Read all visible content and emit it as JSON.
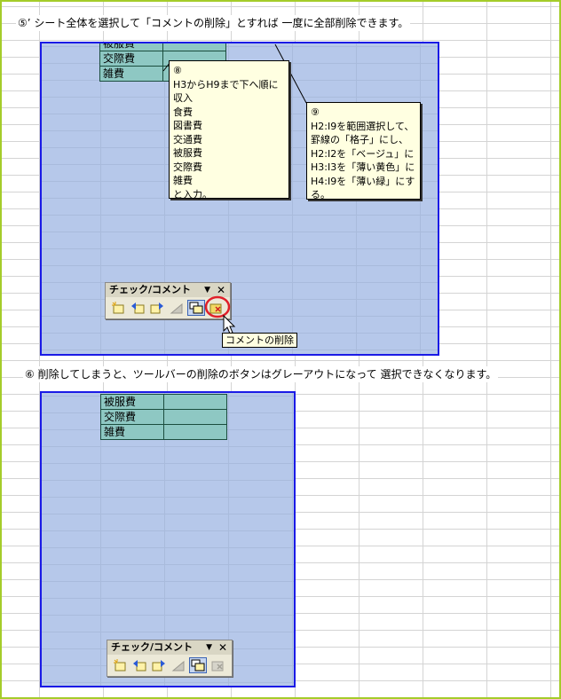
{
  "step5": {
    "caption": "⑤’ シート全体を選択して「コメントの削除」とすれば 一度に全部削除できます。",
    "cells": [
      {
        "label": "被服費"
      },
      {
        "label": "交際費"
      },
      {
        "label": "雑費"
      }
    ],
    "comment_a": {
      "lines": [
        "⑧",
        "H3からH9まで下へ順に",
        "収入",
        "食費",
        "図書費",
        "交通費",
        "被服費",
        "交際費",
        "雑費",
        "と入力。"
      ]
    },
    "comment_b": {
      "lines": [
        "⑨",
        "H2:I9を範囲選択して、",
        "罫線の「格子」にし、",
        "H2:I2を「ベージュ」に",
        "H3:I3を「薄い黄色」に",
        "H4:I9を「薄い緑」にす",
        "る。"
      ]
    },
    "toolbar": {
      "title": "チェック/コメント",
      "close": "✕",
      "dropdown": "▼"
    },
    "tooltip": "コメントの削除"
  },
  "step6": {
    "caption": "⑥  削除してしまうと、ツールバーの削除のボタンはグレーアウトになって 選択できなくなります。",
    "cells": [
      {
        "label": "被服費"
      },
      {
        "label": "交際費"
      },
      {
        "label": "雑費"
      }
    ],
    "toolbar": {
      "title": "チェック/コメント",
      "close": "✕",
      "dropdown": "▼"
    }
  },
  "colors": {
    "accent": "#1a1ae6",
    "selection": "#b6c8ea",
    "cell_fill": "#8ec8c3",
    "frame": "#a4cc2a",
    "highlight_ring": "#e0202a"
  },
  "icons": [
    "new-comment-icon",
    "previous-comment-icon",
    "next-comment-icon",
    "show-hide-comment-icon",
    "show-all-comments-icon",
    "delete-comment-icon"
  ]
}
